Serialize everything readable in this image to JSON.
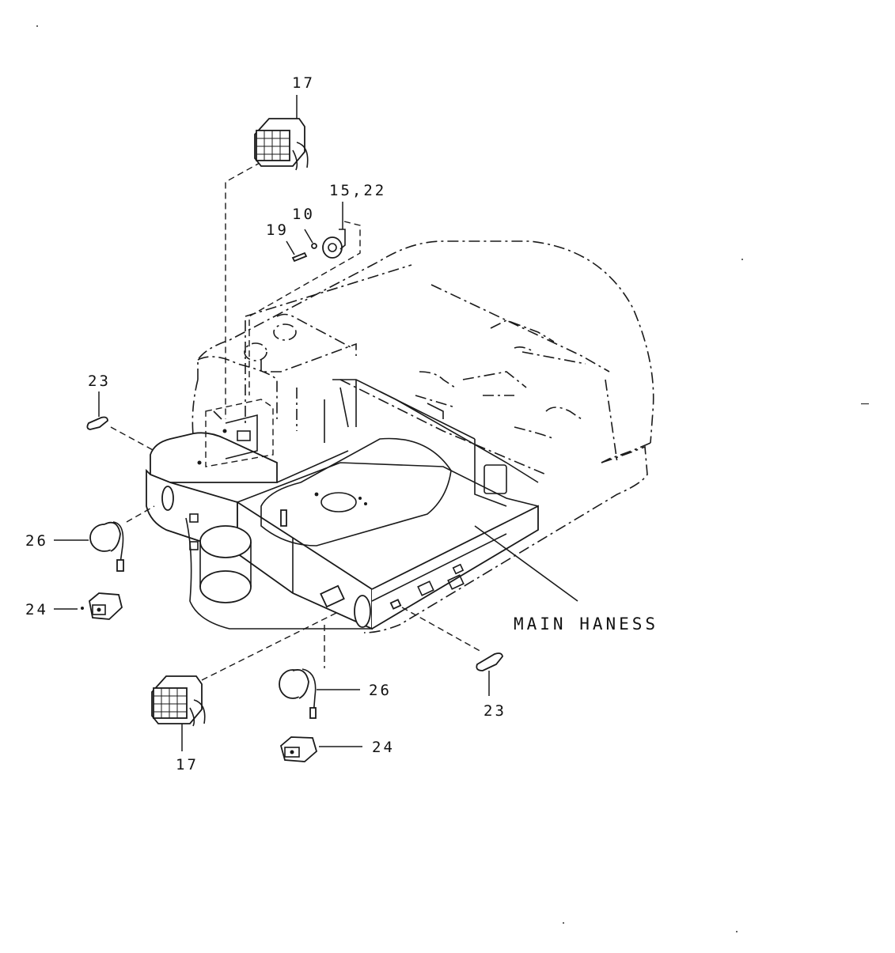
{
  "labels": {
    "p17_top": "17",
    "p15_22": "15,22",
    "p10": "10",
    "p19": "19",
    "p23_left": "23",
    "p26_left": "26",
    "p24_left": "24",
    "p17_bottom": "17",
    "p26_bottom": "26",
    "p24_bottom": "24",
    "p23_right": "23",
    "main_harness": "MAIN HANESS"
  }
}
